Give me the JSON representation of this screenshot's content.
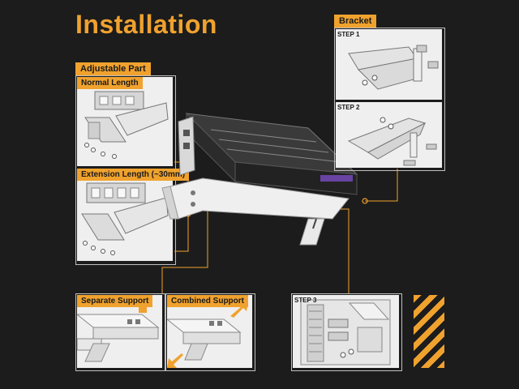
{
  "title": "Installation",
  "bracket": {
    "label": "Bracket",
    "steps": [
      "STEP 1",
      "STEP 2",
      "STEP 3"
    ]
  },
  "adjustable": {
    "label": "Adjustable Part",
    "normal_length": "Normal Length",
    "extension_length": "Extension Length (~30mm)"
  },
  "support": {
    "separate": "Separate Support",
    "combined": "Combined Support"
  },
  "colors": {
    "accent": "#f0a22e",
    "background": "#1c1c1c",
    "panel": "#efefef"
  }
}
